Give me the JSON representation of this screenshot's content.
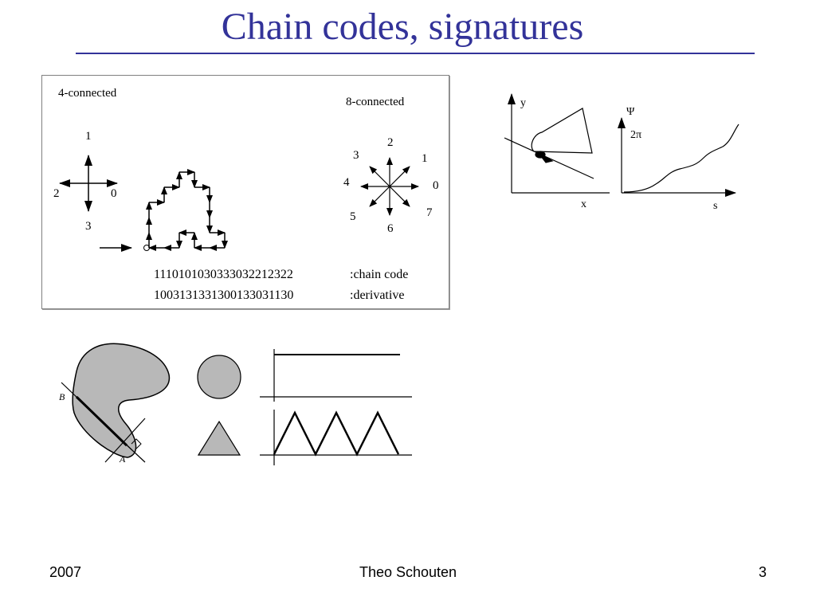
{
  "slide": {
    "title": "Chain codes, signatures",
    "footer": {
      "year": "2007",
      "author": "Theo Schouten",
      "page": "3"
    }
  },
  "chain_code_figure": {
    "label_4": "4-connected",
    "label_8": "8-connected",
    "dirs4": [
      "1",
      "2",
      "0",
      "3"
    ],
    "dirs8": [
      "3",
      "2",
      "1",
      "4",
      "0",
      "5",
      "6",
      "7"
    ],
    "code_row": "1110101030333032212322",
    "derivative_row": "1003131331300133031130",
    "code_label": ":chain code",
    "derivative_label": ":derivative"
  },
  "tangent_figure": {
    "y_label": "y",
    "x_label": "x",
    "psi_label": "Ψ",
    "two_pi_label": "2π",
    "s_label": "s"
  },
  "signature_figure": {
    "point_b": "B",
    "point_a": "A"
  },
  "colors": {
    "title": "#333399",
    "shape_fill": "#b8b8b8"
  }
}
